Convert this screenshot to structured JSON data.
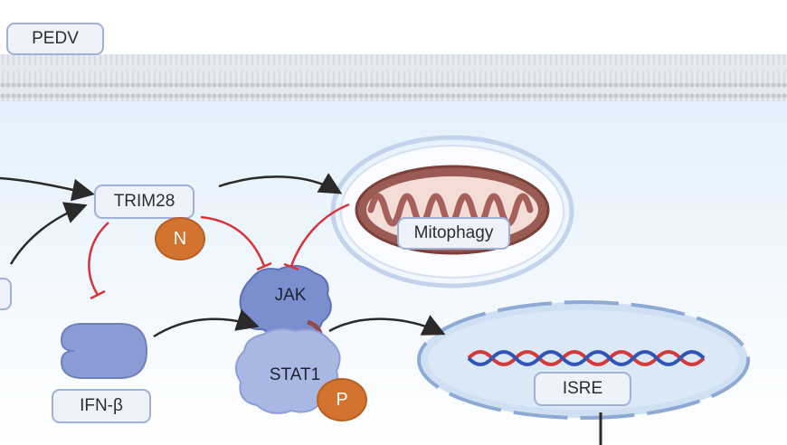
{
  "labels": {
    "pedv": "PEDV",
    "trim28": "TRIM28",
    "n_badge": "N",
    "mitophagy": "Mitophagy",
    "jak": "JAK",
    "stat1": "STAT1",
    "p_badge": "P",
    "ifn_beta": "IFN-β",
    "isre": "ISRE"
  },
  "colors": {
    "membrane": "#c9ced9",
    "cytoplasm": "#eaf4fd",
    "activation_arrow": "#2a2a2a",
    "inhibition_arrow": "#d8333a",
    "protein": "#8b9bd4",
    "badge": "#d2732f",
    "nucleus": "#cfe0f2",
    "mitochondrion": "#9a5b55"
  },
  "icons": [
    "membrane-bilayer",
    "mitochondrion-icon",
    "jak-protein-icon",
    "stat1-protein-icon",
    "ifn-beta-receptor-icon",
    "nucleus-icon",
    "dna-helix-icon"
  ]
}
